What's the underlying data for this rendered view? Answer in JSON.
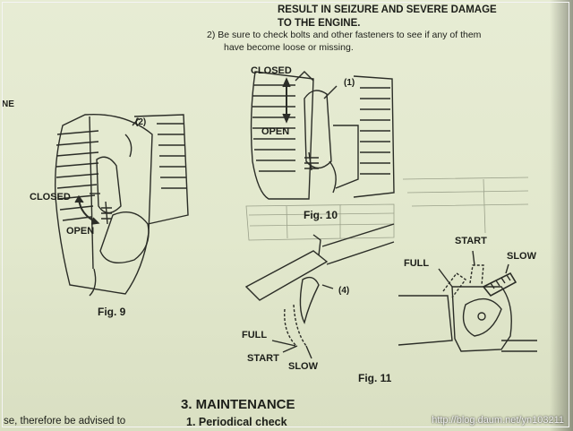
{
  "warning": {
    "line1": "RESULT IN SEIZURE AND SEVERE DAMAGE",
    "line2": "TO THE ENGINE."
  },
  "instruction": {
    "line1": "2)  Be sure to check bolts and other fasteners to see if any of them",
    "line2": "have become loose or missing."
  },
  "margin_fragment": "NE",
  "fig9": {
    "caption": "Fig. 9",
    "closed": "CLOSED",
    "open": "OPEN",
    "callout": "(2)"
  },
  "fig10": {
    "caption": "Fig. 10",
    "closed": "CLOSED",
    "open": "OPEN",
    "callout": "(1)"
  },
  "fig11": {
    "caption": "Fig. 11",
    "full": "FULL",
    "start": "START",
    "slow": "SLOW",
    "callout": "(4)",
    "full_right": "FULL",
    "start_right": "START",
    "slow_right": "SLOW"
  },
  "section": {
    "heading": "3. MAINTENANCE",
    "subheading": "1. Periodical check"
  },
  "bottom_left_text": "se, therefore be advised to",
  "watermark": "http://blog.daum.net/yn103211"
}
